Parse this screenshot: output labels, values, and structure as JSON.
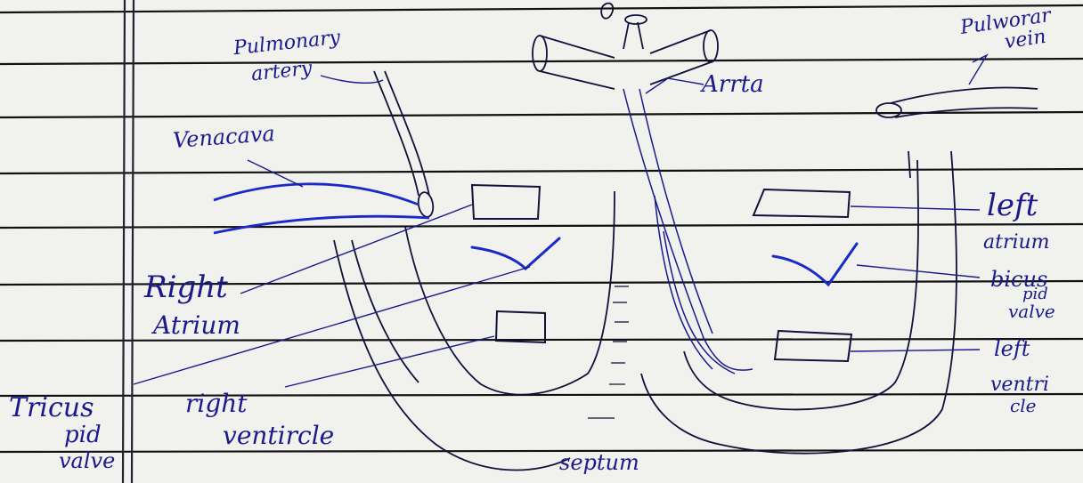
{
  "labels": {
    "pulmonary_artery": [
      "Pulmonary",
      "artery"
    ],
    "vena_cava": "Venacava",
    "aorta": "Arrta",
    "pulmonary_vein": [
      "Pulworar",
      "vein"
    ],
    "left_atrium": [
      "left",
      "atrium"
    ],
    "bicuspid_valve": [
      "bicus",
      "pid",
      "valve"
    ],
    "left_ventricle": [
      "left",
      "ventri",
      "cle"
    ],
    "right_atrium": [
      "Right",
      "Atrium"
    ],
    "tricuspid_valve": [
      "Tricus",
      "pid",
      "valve"
    ],
    "right_ventricle": [
      "right",
      "ventircle"
    ],
    "septum": "septum"
  },
  "colors": {
    "paper": "#f1f1ee",
    "ruled_line": "#111111",
    "margin_line": "#222233",
    "ink": "#1a1a8c",
    "ink_bright": "#1a2ac8",
    "ink_dark": "#11113a"
  }
}
